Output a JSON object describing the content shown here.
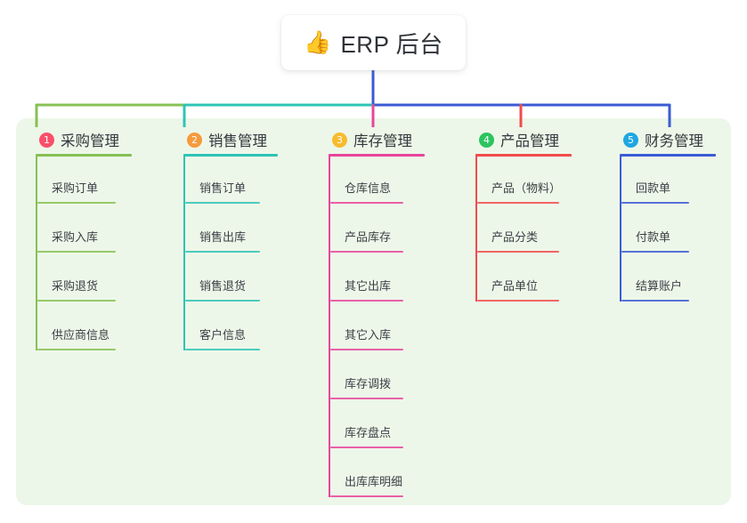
{
  "root": {
    "emoji_icon": "thumbs-up-icon",
    "emoji": "👍",
    "title": "ERP 后台"
  },
  "panel": {
    "background_color": "#edf7e9"
  },
  "columns": [
    {
      "number": "1",
      "badge_color": "#f9506b",
      "line_color": "#86c154",
      "label": "采购管理",
      "items": [
        "采购订单",
        "采购入库",
        "采购退货",
        "供应商信息"
      ]
    },
    {
      "number": "2",
      "badge_color": "#f79a3c",
      "line_color": "#2ec4b6",
      "label": "销售管理",
      "items": [
        "销售订单",
        "销售出库",
        "销售退货",
        "客户信息"
      ]
    },
    {
      "number": "3",
      "badge_color": "#f7bb2e",
      "line_color": "#e8459b",
      "label": "库存管理",
      "items": [
        "仓库信息",
        "产品库存",
        "其它出库",
        "其它入库",
        "库存调拨",
        "库存盘点",
        "出库库明细"
      ]
    },
    {
      "number": "4",
      "badge_color": "#2cc45f",
      "line_color": "#f24b4b",
      "label": "产品管理",
      "items": [
        "产品（物料）",
        "产品分类",
        "产品单位"
      ]
    },
    {
      "number": "5",
      "badge_color": "#1ea7e1",
      "line_color": "#3b5bd4",
      "label": "财务管理",
      "items": [
        "回款单",
        "付款单",
        "结算账户"
      ]
    }
  ],
  "connectors": {
    "trunk_color": "#3b5bd4",
    "bus_segments": [
      {
        "color": "#86c154",
        "from": "column-1",
        "to": "column-2"
      },
      {
        "color": "#2ec4b6",
        "from": "column-2",
        "to": "column-3"
      },
      {
        "color": "#3b5bd4",
        "from": "column-3",
        "to": "column-5"
      }
    ]
  }
}
